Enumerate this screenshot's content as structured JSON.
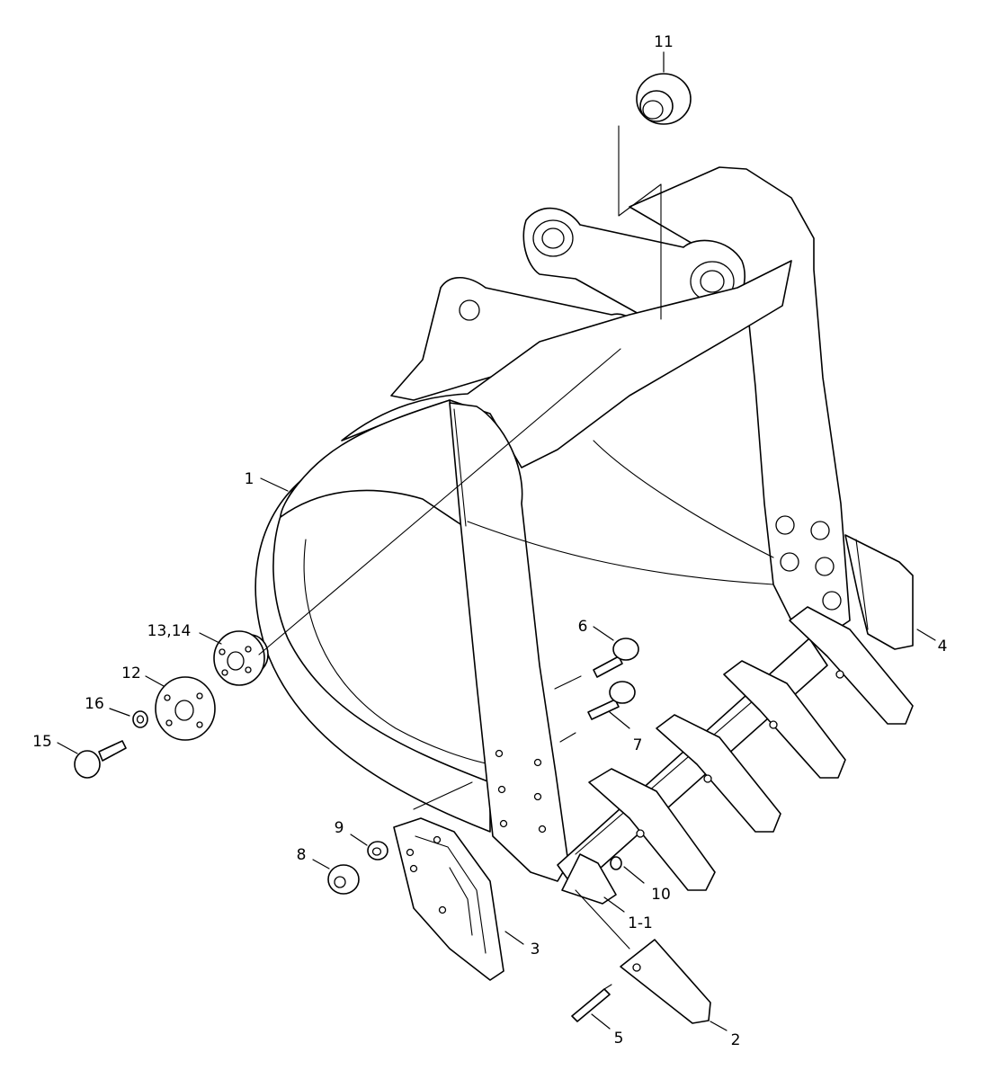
{
  "diagram": {
    "callouts": [
      {
        "id": "c11",
        "text": "11"
      },
      {
        "id": "c1",
        "text": "1"
      },
      {
        "id": "c4",
        "text": "4"
      },
      {
        "id": "c6",
        "text": "6"
      },
      {
        "id": "c7",
        "text": "7"
      },
      {
        "id": "c13",
        "text": "13,14"
      },
      {
        "id": "c12",
        "text": "12"
      },
      {
        "id": "c16",
        "text": "16"
      },
      {
        "id": "c15",
        "text": "15"
      },
      {
        "id": "c9",
        "text": "9"
      },
      {
        "id": "c8",
        "text": "8"
      },
      {
        "id": "c10",
        "text": "10"
      },
      {
        "id": "c3",
        "text": "3"
      },
      {
        "id": "c1-1",
        "text": "1-1"
      },
      {
        "id": "c5",
        "text": "5"
      },
      {
        "id": "c2",
        "text": "2"
      }
    ]
  }
}
